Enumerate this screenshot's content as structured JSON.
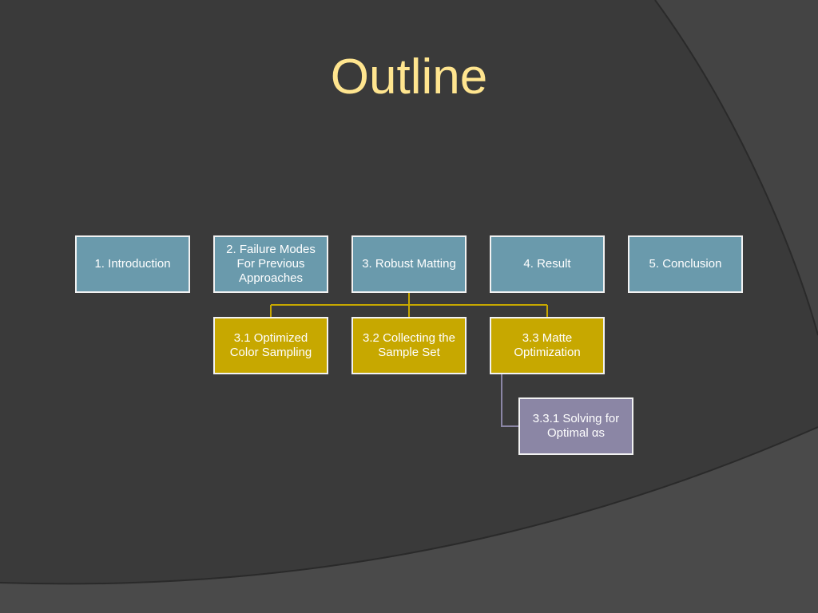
{
  "title": "Outline",
  "colors": {
    "background": "#3a3a3a",
    "title": "#ffe58f",
    "level1": "#6a9aac",
    "level2": "#c7a800",
    "level3": "#8b86a5",
    "connector_gold": "#c7a800",
    "connector_purple": "#8b86a5"
  },
  "diagram": {
    "top_level": [
      {
        "id": "n1",
        "label": "1.  Introduction"
      },
      {
        "id": "n2",
        "label": "2.  Failure Modes\nFor Previous\nApproaches"
      },
      {
        "id": "n3",
        "label": "3.  Robust Matting"
      },
      {
        "id": "n4",
        "label": "4.  Result"
      },
      {
        "id": "n5",
        "label": "5.  Conclusion"
      }
    ],
    "sub_level": [
      {
        "id": "n31",
        "parent": "n3",
        "label": "3.1  Optimized\nColor Sampling"
      },
      {
        "id": "n32",
        "parent": "n3",
        "label": "3.2  Collecting the\nSample Set"
      },
      {
        "id": "n33",
        "parent": "n3",
        "label": "3.3  Matte\nOptimization"
      }
    ],
    "sub_sub_level": [
      {
        "id": "n331",
        "parent": "n33",
        "label": "3.3.1  Solving for\nOptimal  αs"
      }
    ]
  }
}
